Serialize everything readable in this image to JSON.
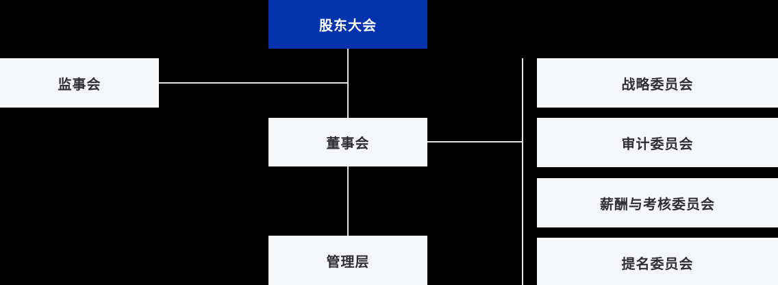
{
  "org_chart": {
    "title_node": {
      "label": "股东大会"
    },
    "nodes": {
      "supervisory_board": {
        "label": "监事会"
      },
      "board_of_directors": {
        "label": "董事会"
      },
      "management": {
        "label": "管理层"
      }
    },
    "committees": [
      {
        "label": "战略委员会"
      },
      {
        "label": "审计委员会"
      },
      {
        "label": "薪酬与考核委员会"
      },
      {
        "label": "提名委员会"
      }
    ],
    "edges": [
      {
        "from": "股东大会",
        "to": "董事会"
      },
      {
        "from": "监事会",
        "to": "股东大会-董事会连线"
      },
      {
        "from": "董事会",
        "to": "管理层"
      },
      {
        "from": "董事会",
        "to": "委员会列"
      }
    ],
    "colors": {
      "background": "#000000",
      "primary_node_bg": "#0433ad",
      "primary_node_text": "#ffffff",
      "node_bg": "#f5f6f8",
      "node_text": "#2e2e33",
      "connector": "#e5e5e5"
    }
  }
}
